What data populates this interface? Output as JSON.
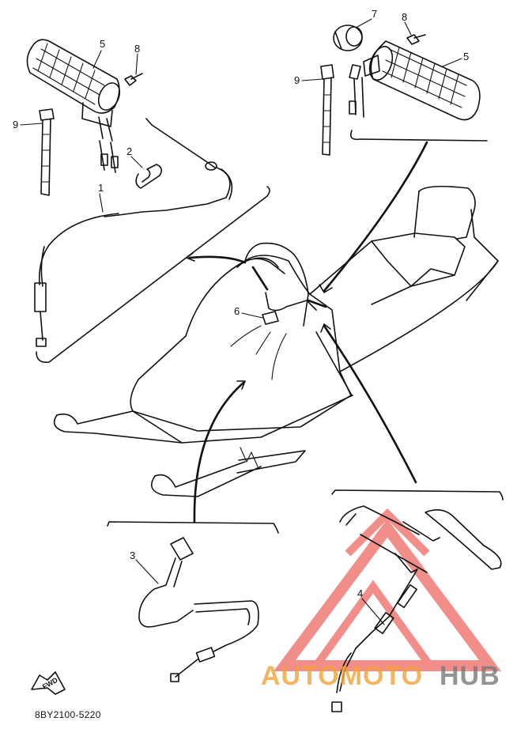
{
  "diagram": {
    "part_code": "8BY2100-5220",
    "fwd_label": "FWD",
    "callouts": {
      "c1": "1",
      "c2": "2",
      "c3": "3",
      "c4": "4",
      "c5a": "5",
      "c5b": "5",
      "c6": "6",
      "c7": "7",
      "c8a": "8",
      "c8b": "8",
      "c9a": "9",
      "c9b": "9"
    }
  },
  "watermark": {
    "text_left": "AUTOMOTO",
    "text_right": "HUB",
    "colors": {
      "triangle": "#e8332c",
      "left": "#f2a33a",
      "right": "#7a7a7a"
    }
  }
}
